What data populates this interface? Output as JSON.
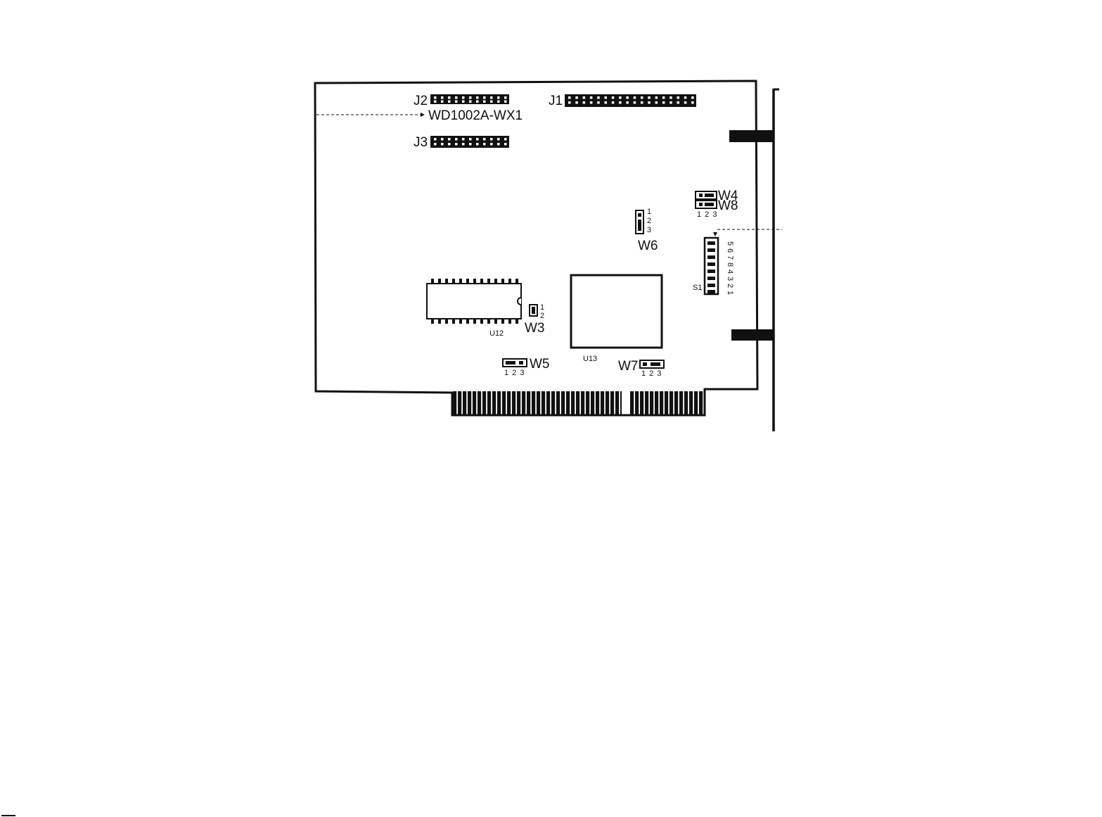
{
  "diagram": {
    "board_model": "WD1002A-WX1",
    "connectors": {
      "j1": "J1",
      "j2": "J2",
      "j3": "J3"
    },
    "chips": {
      "u12": "U12",
      "u13": "U13"
    },
    "jumpers": {
      "w3": "W3",
      "w4": "W4",
      "w5": "W5",
      "w6": "W6",
      "w7": "W7",
      "w8": "W8"
    },
    "switch": {
      "name": "S1",
      "positions_top": [
        "5",
        "6",
        "7",
        "8"
      ],
      "positions_bottom": [
        "4",
        "3",
        "2",
        "1"
      ]
    },
    "pin_numbers": {
      "w3": [
        "1",
        "2"
      ],
      "w6": [
        "1",
        "2",
        "3"
      ],
      "w5": "1 2 3",
      "w7": "1 2 3",
      "w4_w8": "1 2 3"
    },
    "colors": {
      "ink": "#111111",
      "paper": "#ffffff"
    }
  }
}
